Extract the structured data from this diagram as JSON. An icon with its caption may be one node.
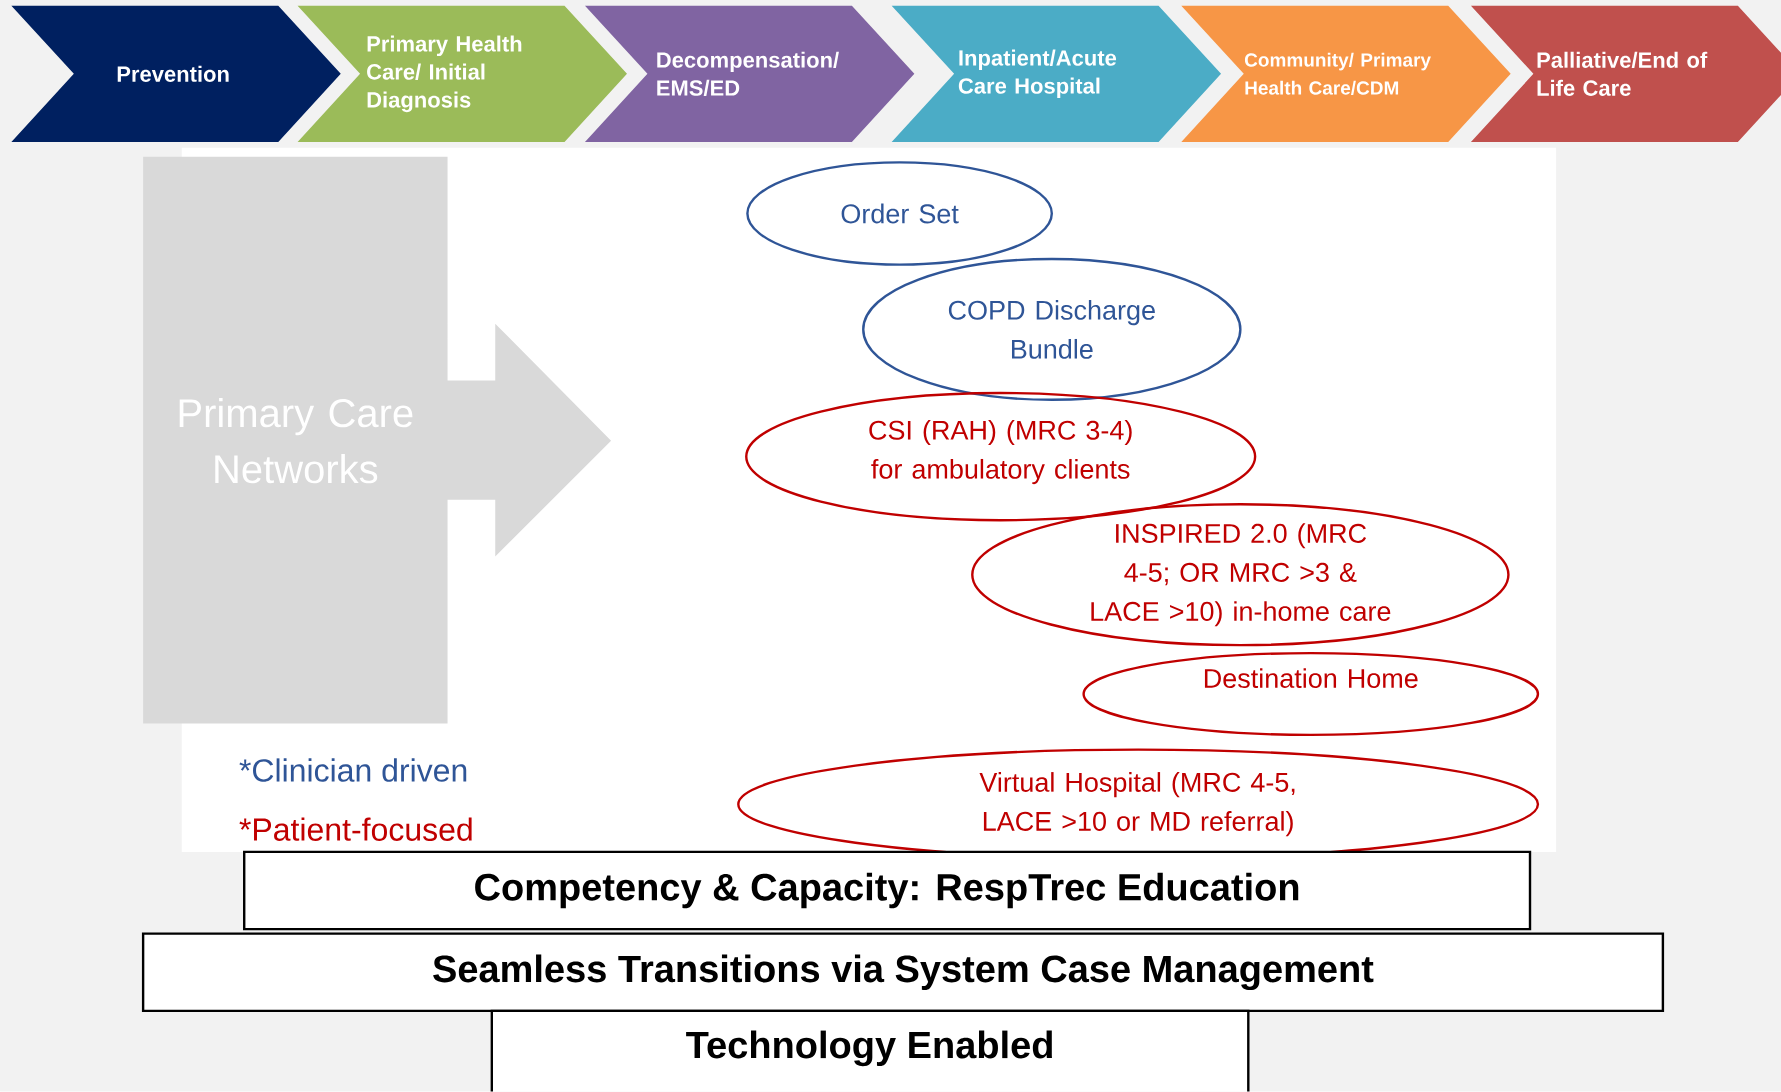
{
  "diagram": {
    "nodes": [
      {
        "text": [
          "Prevention"
        ]
      },
      {
        "text": [
          "Primary Health Care/ Initial Diagnosis"
        ]
      },
      {
        "text": [
          "Decompensation/ EMS/ED"
        ]
      },
      {
        "text": [
          "Inpatient/Acute Care Hospital"
        ]
      },
      {
        "text": [
          "Community/ Primary Health Care/CDM"
        ]
      },
      {
        "text": [
          "Palliative/End of Life Care"
        ]
      },
      {
        "text": [
          "Primary Care Networks"
        ]
      },
      {
        "text": [
          "Order Set"
        ]
      },
      {
        "text": [
          "COPD Discharge Bundle"
        ]
      },
      {
        "text": [
          "CSI (RAH) (MRC 3-4) for ambulatory clients"
        ]
      },
      {
        "text": [
          "INSPIRED 2.0 (MRC 4-5; OR MRC >3 & LACE >10) in-home care"
        ]
      },
      {
        "text": [
          "Destination Home"
        ]
      },
      {
        "text": [
          "Virtual Hospital (MRC 4-5, LACE >10 or MD referral)"
        ]
      },
      {
        "text": [
          "Competency & Capacity:  RespTrec Education"
        ]
      },
      {
        "text": [
          "Seamless Transitions via System Case Management"
        ]
      },
      {
        "text": [
          "Technology Enabled"
        ]
      }
    ],
    "legend": [
      {
        "text": "*Clinician driven",
        "color": "#2f5597"
      },
      {
        "text": "*Patient-focused",
        "color": "#c00000"
      }
    ]
  }
}
